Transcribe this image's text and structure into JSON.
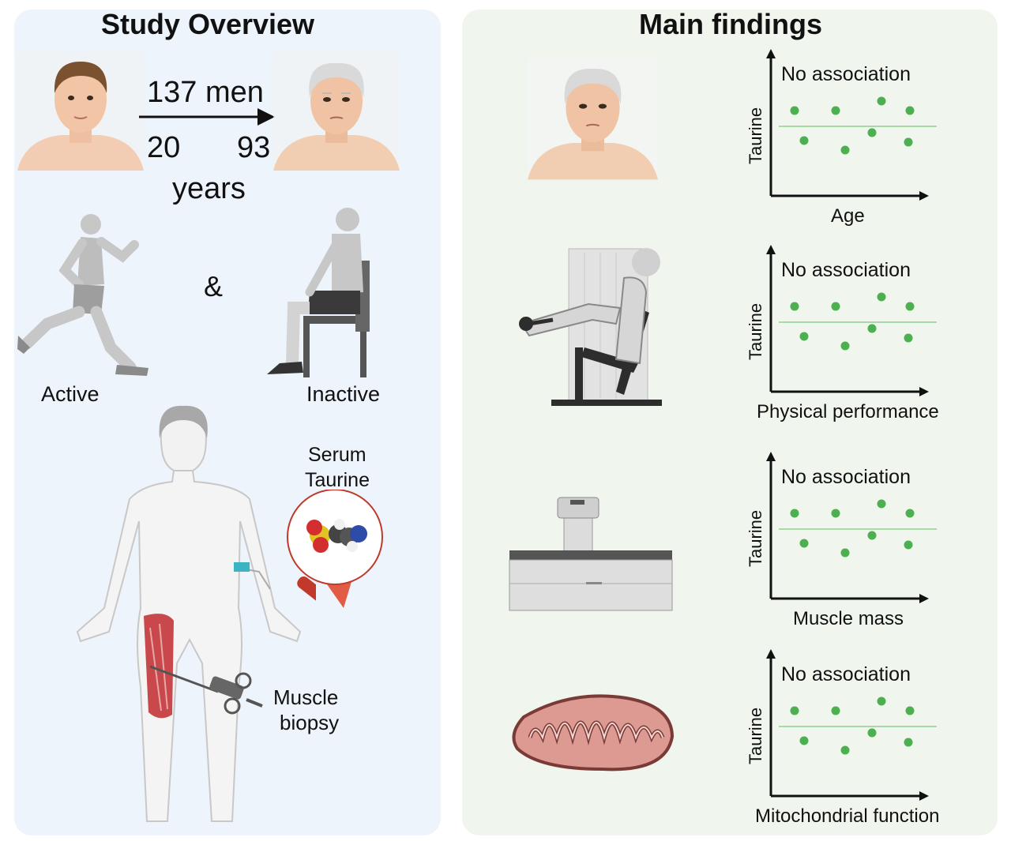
{
  "left": {
    "title": "Study Overview",
    "cohort": "137 men",
    "age_start": "20",
    "age_end": "93",
    "age_unit": "years",
    "ampersand": "&",
    "active": "Active",
    "inactive": "Inactive",
    "serum_line1": "Serum",
    "serum_line2": "Taurine",
    "biopsy_line1": "Muscle",
    "biopsy_line2": "biopsy"
  },
  "right": {
    "title": "Main findings",
    "plots": [
      {
        "note": "No association",
        "y_label": "Taurine",
        "x_label": "Age",
        "icon": "elderly-face-icon"
      },
      {
        "note": "No association",
        "y_label": "Taurine",
        "x_label": "Physical performance",
        "icon": "leg-extension-machine-icon"
      },
      {
        "note": "No association",
        "y_label": "Taurine",
        "x_label": "Muscle mass",
        "icon": "dxa-scanner-icon"
      },
      {
        "note": "No association",
        "y_label": "Taurine",
        "x_label": "Mitochondrial function",
        "icon": "mitochondrion-icon"
      }
    ]
  },
  "colors": {
    "left_bg": "#eef4fb",
    "right_bg": "#f0f6ee",
    "dot": "#4caf50",
    "trend_line": "#8fd18f",
    "muscle": "#c9484c",
    "blood": "#c0392b"
  }
}
